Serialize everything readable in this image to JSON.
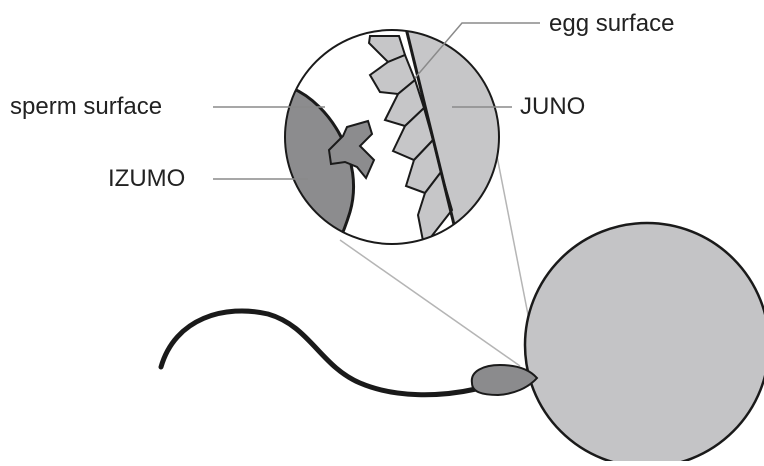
{
  "labels": {
    "egg_surface": "egg surface",
    "sperm_surface": "sperm surface",
    "juno": "JUNO",
    "izumo": "IZUMO"
  },
  "colors": {
    "egg_fill": "#c4c4c6",
    "sperm_head_fill": "#8b8b8d",
    "izumo_fill": "#8c8c8e",
    "juno_fill": "#c6c6c8",
    "outline": "#1a1a1a",
    "leader_line": "#8a8a8a",
    "zoom_line": "#b5b5b5"
  }
}
